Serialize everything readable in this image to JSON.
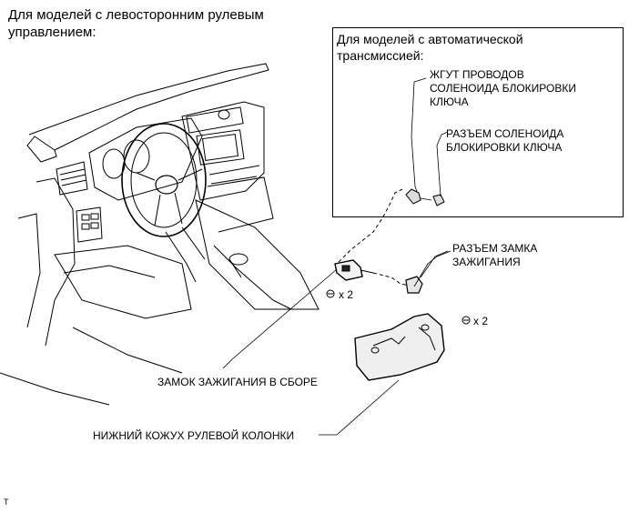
{
  "heading": "Для моделей с левосторонним рулевым\nуправлением:",
  "inset": {
    "title": "Для моделей с автоматической\nтрансмиссией:",
    "harness": "ЖГУТ ПРОВОДОВ\nСОЛЕНОИДА БЛОКИРОВКИ\nКЛЮЧА",
    "connector": "РАЗЪЕМ СОЛЕНОИДА\nБЛОКИРОВКИ КЛЮЧА"
  },
  "labels": {
    "ignition_connector": "РАЗЪЕМ ЗАМКА\nЗАЖИГАНИЯ",
    "ignition_lock": "ЗАМОК ЗАЖИГАНИЯ В СБОРЕ",
    "lower_cover": "НИЖНИЙ КОЖУХ РУЛЕВОЙ КОЛОНКИ",
    "screw_qty_lock": "x 2",
    "screw_qty_cover": "x 2"
  },
  "corner_mark": "T"
}
